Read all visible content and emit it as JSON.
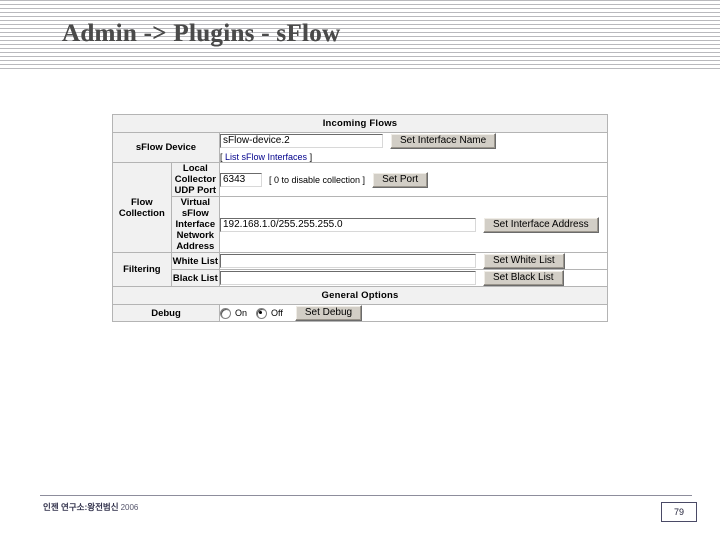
{
  "slide": {
    "title": "Admin -> Plugins - sFlow",
    "page_number": "79",
    "footer_org": "인젠 연구소:왕전범신",
    "footer_year": "2006"
  },
  "form": {
    "sections": {
      "incoming_flows": "Incoming Flows",
      "general_options": "General Options"
    },
    "sflow_device": {
      "label": "sFlow Device",
      "input_value": "sFlow-device.2",
      "input_placeholder": "",
      "button": "Set Interface Name",
      "link_open": "[",
      "link_text": "List sFlow Interfaces",
      "link_close": "]"
    },
    "flow_collection": {
      "label": "Flow Collection",
      "udp_port": {
        "label": "Local Collector UDP Port",
        "input_value": "6343",
        "hint": "[ 0 to disable collection ]",
        "button": "Set Port"
      },
      "virtual_interface": {
        "label": "Virtual sFlow Interface Network Address",
        "input_value": "192.168.1.0/255.255.255.0",
        "button": "Set Interface Address"
      }
    },
    "filtering": {
      "label": "Filtering",
      "white_list": {
        "label": "White List",
        "input_value": "",
        "button": "Set White List"
      },
      "black_list": {
        "label": "Black List",
        "input_value": "",
        "button": "Set Black List"
      }
    },
    "debug": {
      "label": "Debug",
      "option_on": "On",
      "option_off": "Off",
      "selected": "Off",
      "button": "Set Debug"
    }
  },
  "colors": {
    "stripe": "#b9b9bd",
    "title": "#4a4a4a",
    "link": "#00008b",
    "button_face": "#d2cec6",
    "header_cell": "#f1f1f1"
  }
}
